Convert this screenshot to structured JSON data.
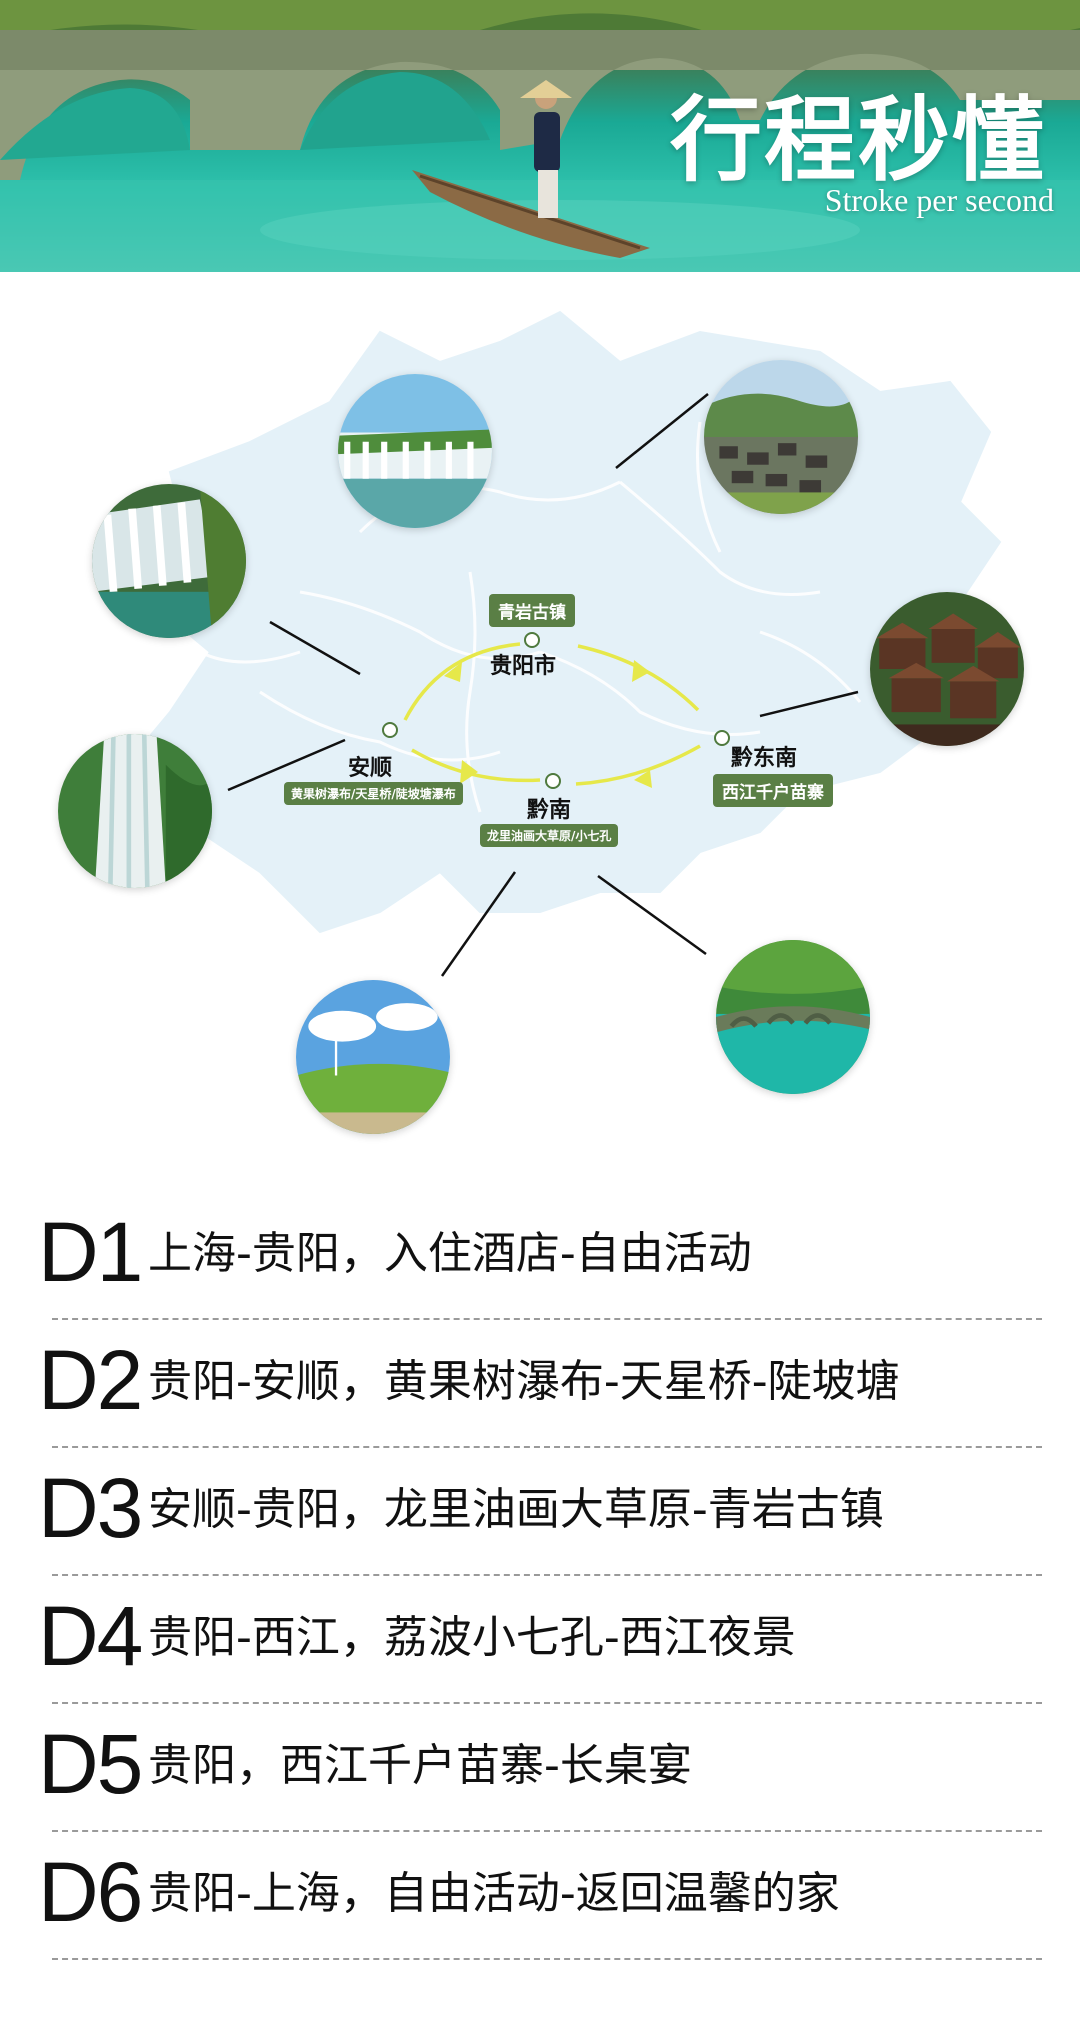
{
  "header": {
    "title": "行程秒懂",
    "subtitle": "Stroke per second"
  },
  "map": {
    "locations": {
      "qingyan": "青岩古镇",
      "guiyang": "贵阳市",
      "anshun": "安顺",
      "anshun_spots": "黄果树瀑布/天星桥/陡坡塘瀑布",
      "qiannan": "黔南",
      "qiannan_spots": "龙里油画大草原/小七孔",
      "qiandongnan": "黔东南",
      "qiandongnan_spots": "西江千户苗寨"
    },
    "colors": {
      "map_fill": "#e4f1f8",
      "route": "#e6e84a",
      "chip": "#5a7f45"
    }
  },
  "itinerary": [
    {
      "code": "D1",
      "text": "上海-贵阳，入住酒店-自由活动"
    },
    {
      "code": "D2",
      "text": "贵阳-安顺，黄果树瀑布-天星桥-陡坡塘"
    },
    {
      "code": "D3",
      "text": "安顺-贵阳，龙里油画大草原-青岩古镇"
    },
    {
      "code": "D4",
      "text": "贵阳-西江，荔波小七孔-西江夜景"
    },
    {
      "code": "D5",
      "text": "贵阳，西江千户苗寨-长桌宴"
    },
    {
      "code": "D6",
      "text": "贵阳-上海，自由活动-返回温馨的家"
    }
  ]
}
